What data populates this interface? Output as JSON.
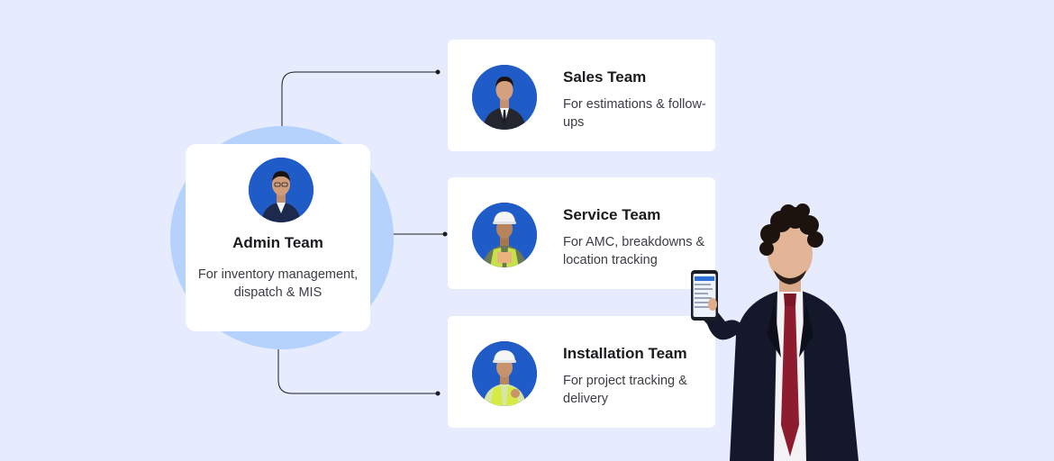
{
  "admin": {
    "title": "Admin Team",
    "description": "For inventory management, dispatch & MIS"
  },
  "teams": [
    {
      "title": "Sales Team",
      "description": "For estimations & follow-ups"
    },
    {
      "title": "Service Team",
      "description": "For AMC, breakdowns & location tracking"
    },
    {
      "title": "Installation Team",
      "description": "For project tracking & delivery"
    }
  ],
  "colors": {
    "background": "#e6ecfd",
    "halo": "#b5d2fc",
    "avatar": "#1f5cc8",
    "connector": "#1b1b1f"
  }
}
